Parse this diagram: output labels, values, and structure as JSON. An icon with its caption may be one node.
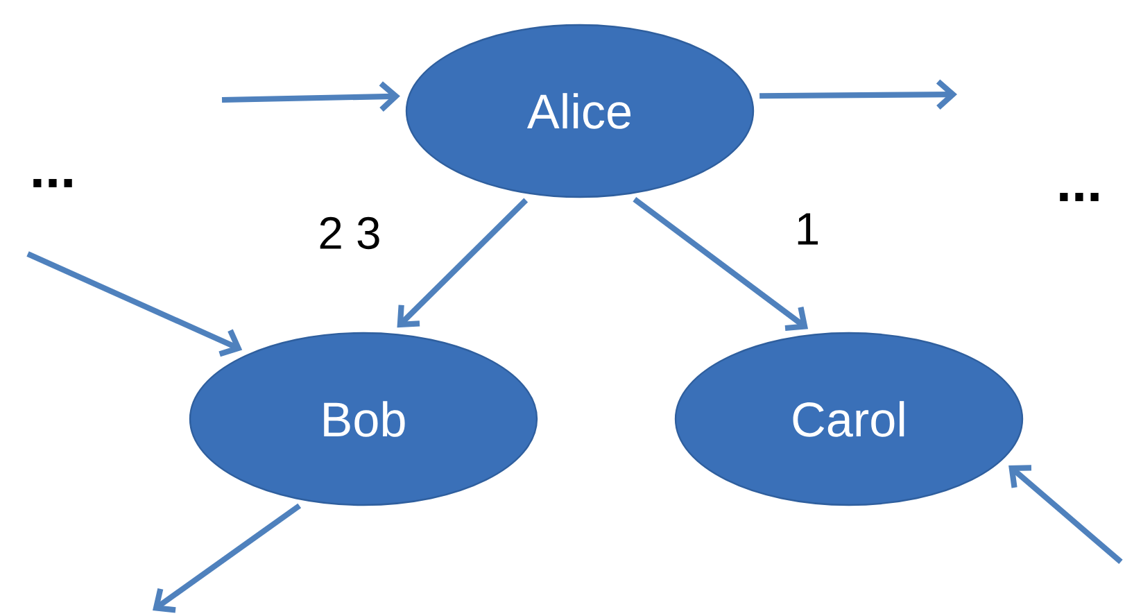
{
  "diagram": {
    "nodes": [
      {
        "text": [
          "Alice"
        ]
      },
      {
        "text": [
          "Bob"
        ]
      },
      {
        "text": [
          "Carol"
        ]
      }
    ],
    "edges": [
      {
        "from": null,
        "to": 0,
        "arrow": "to"
      },
      {
        "from": 0,
        "to": null,
        "arrow": "to"
      },
      {
        "from": 0,
        "to": 1,
        "arrow": "to",
        "label": "2 3"
      },
      {
        "from": 0,
        "to": 2,
        "arrow": "to",
        "label": "1"
      },
      {
        "from": null,
        "to": 1,
        "arrow": "to"
      },
      {
        "from": 1,
        "to": null,
        "arrow": "to"
      },
      {
        "from": null,
        "to": 2,
        "arrow": "to"
      }
    ],
    "labels": [
      "...",
      "..."
    ]
  }
}
